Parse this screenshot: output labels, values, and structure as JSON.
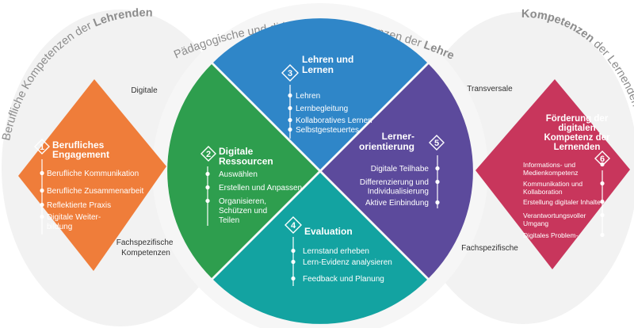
{
  "arcs": {
    "left": [
      {
        "text": "Berufliche Kompetenzen der ",
        "bold": false
      },
      {
        "text": "Lehrenden",
        "bold": true
      }
    ],
    "top": [
      {
        "text": "Pädagogische und didaktische Kompetenzen der ",
        "bold": false
      },
      {
        "text": "Lehrenden",
        "bold": true
      }
    ],
    "right": [
      {
        "text": "Kompetenzen",
        "bold": true
      },
      {
        "text": " der Lernenden",
        "bold": false
      }
    ]
  },
  "side_labels": {
    "digitale": "Digitale",
    "fachspezifische_kompetenzen": [
      "Fachspezifische",
      "Kompetenzen"
    ],
    "transversale": "Transversale",
    "fachspezifische": "Fachspezifische"
  },
  "colors": {
    "orange": "#EF7D3A",
    "green": "#2E9E4E",
    "blue": "#2F86C8",
    "purple": "#5C4A9C",
    "teal": "#13A3A1",
    "magenta": "#C8365C",
    "halo": "#F1F1F1",
    "arc_text": "#8C8C8C",
    "label_text": "#333333"
  },
  "areas": [
    {
      "number": "1",
      "title": [
        "Berufliches",
        "Engagement"
      ],
      "items": [
        [
          "Berufliche Kommunikation"
        ],
        [
          "Berufliche Zusammenarbeit"
        ],
        [
          "Reflektierte Praxis"
        ],
        [
          "Digitale Weiter-",
          "bildung"
        ]
      ]
    },
    {
      "number": "2",
      "title": [
        "Digitale",
        "Ressourcen"
      ],
      "items": [
        [
          "Auswählen"
        ],
        [
          "Erstellen und Anpassen"
        ],
        [
          "Organisieren,",
          "Schützen und",
          "Teilen"
        ]
      ]
    },
    {
      "number": "3",
      "title": [
        "Lehren und",
        "Lernen"
      ],
      "items": [
        [
          "Lehren"
        ],
        [
          "Lernbegleitung"
        ],
        [
          "Kollaboratives Lernen"
        ],
        [
          "Selbstgesteuertes"
        ]
      ]
    },
    {
      "number": "4",
      "title": [
        "Evaluation"
      ],
      "items": [
        [
          "Lernstand erheben"
        ],
        [
          "Lern-Evidenz analysieren"
        ],
        [
          "Feedback und Planung"
        ]
      ]
    },
    {
      "number": "5",
      "title": [
        "Lerner-",
        "orientierung"
      ],
      "items": [
        [
          "Digitale Teilhabe"
        ],
        [
          "Differenzierung und",
          "Individualisierung"
        ],
        [
          "Aktive Einbindung"
        ]
      ]
    },
    {
      "number": "6",
      "title": [
        "Förderung der",
        "digitalen",
        "Kompetenz der",
        "Lernenden"
      ],
      "items": [
        [
          "Informations- und",
          "Medienkompetenz"
        ],
        [
          "Kommunikation und",
          "Kollaboration"
        ],
        [
          "Erstellung digitaler Inhalte"
        ],
        [
          "Verantwortungsvoller",
          "Umgang"
        ],
        [
          "Digitales Problem-"
        ]
      ]
    }
  ]
}
